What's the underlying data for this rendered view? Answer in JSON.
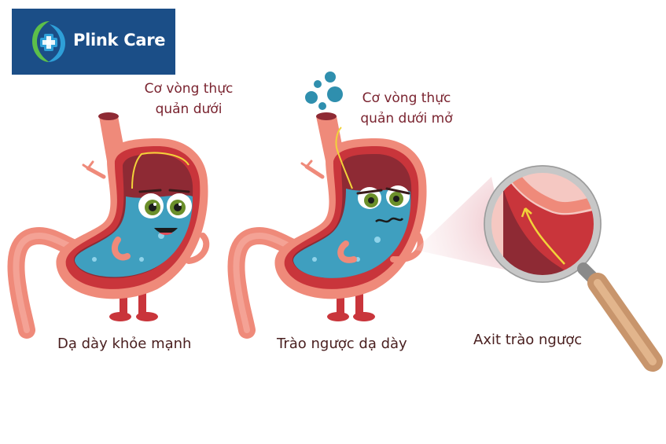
{
  "brand": {
    "name": "Plink Care",
    "colors": {
      "box": "#1b4e87",
      "mark_blue": "#2e9fd8",
      "mark_green": "#5cbf4a"
    }
  },
  "annotations": {
    "healthy_sphincter_line1": "Cơ vòng thực",
    "healthy_sphincter_line2": "quản dưới",
    "reflux_sphincter_line1": "Cơ vòng thực",
    "reflux_sphincter_line2": "quản dưới mở"
  },
  "captions": {
    "healthy": "Dạ dày khỏe mạnh",
    "reflux": "Trào ngược dạ dày",
    "acid": "Axit trào ngược"
  },
  "icons": [
    "medical-cross-logo-icon",
    "healthy-stomach-icon",
    "reflux-stomach-icon",
    "magnifying-glass-icon",
    "acid-bubble-icon"
  ],
  "colors": {
    "stomach_outer": "#ef8a7a",
    "stomach_wall": "#c9353b",
    "stomach_inner": "#8e2a34",
    "fluid": "#3f9fbf",
    "caption_text": "#4a2020",
    "annotation_text": "#7a2430"
  }
}
